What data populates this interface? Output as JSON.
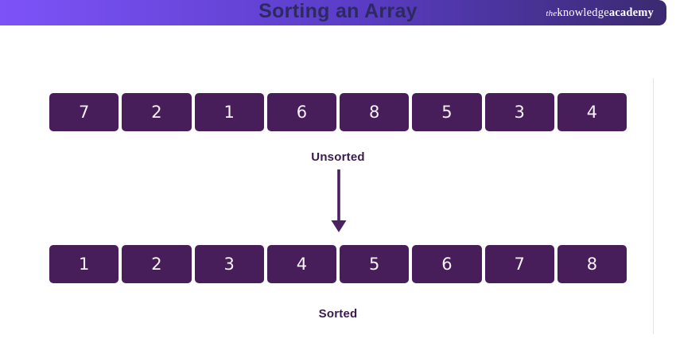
{
  "header": {
    "logo": {
      "prefix": "the",
      "mid": "knowledge",
      "suffix": "academy"
    },
    "gradient_left": "#7d53f8",
    "gradient_right": "#3b2a70"
  },
  "title": "Sorting an Array",
  "arrays": {
    "unsorted": {
      "label": "Unsorted",
      "values": [
        "7",
        "2",
        "1",
        "6",
        "8",
        "5",
        "3",
        "4"
      ]
    },
    "sorted": {
      "label": "Sorted",
      "values": [
        "1",
        "2",
        "3",
        "4",
        "5",
        "6",
        "7",
        "8"
      ]
    }
  },
  "icons": {
    "arrow_down": "down-arrow between unsorted and sorted arrays"
  },
  "colors": {
    "cell_background": "#471e5a",
    "cell_text": "#f7f3f8",
    "title_text": "#2e2a5f",
    "label_text": "#3a1b4e",
    "arrow": "#4a2163",
    "logo_text": "#ffffff"
  }
}
